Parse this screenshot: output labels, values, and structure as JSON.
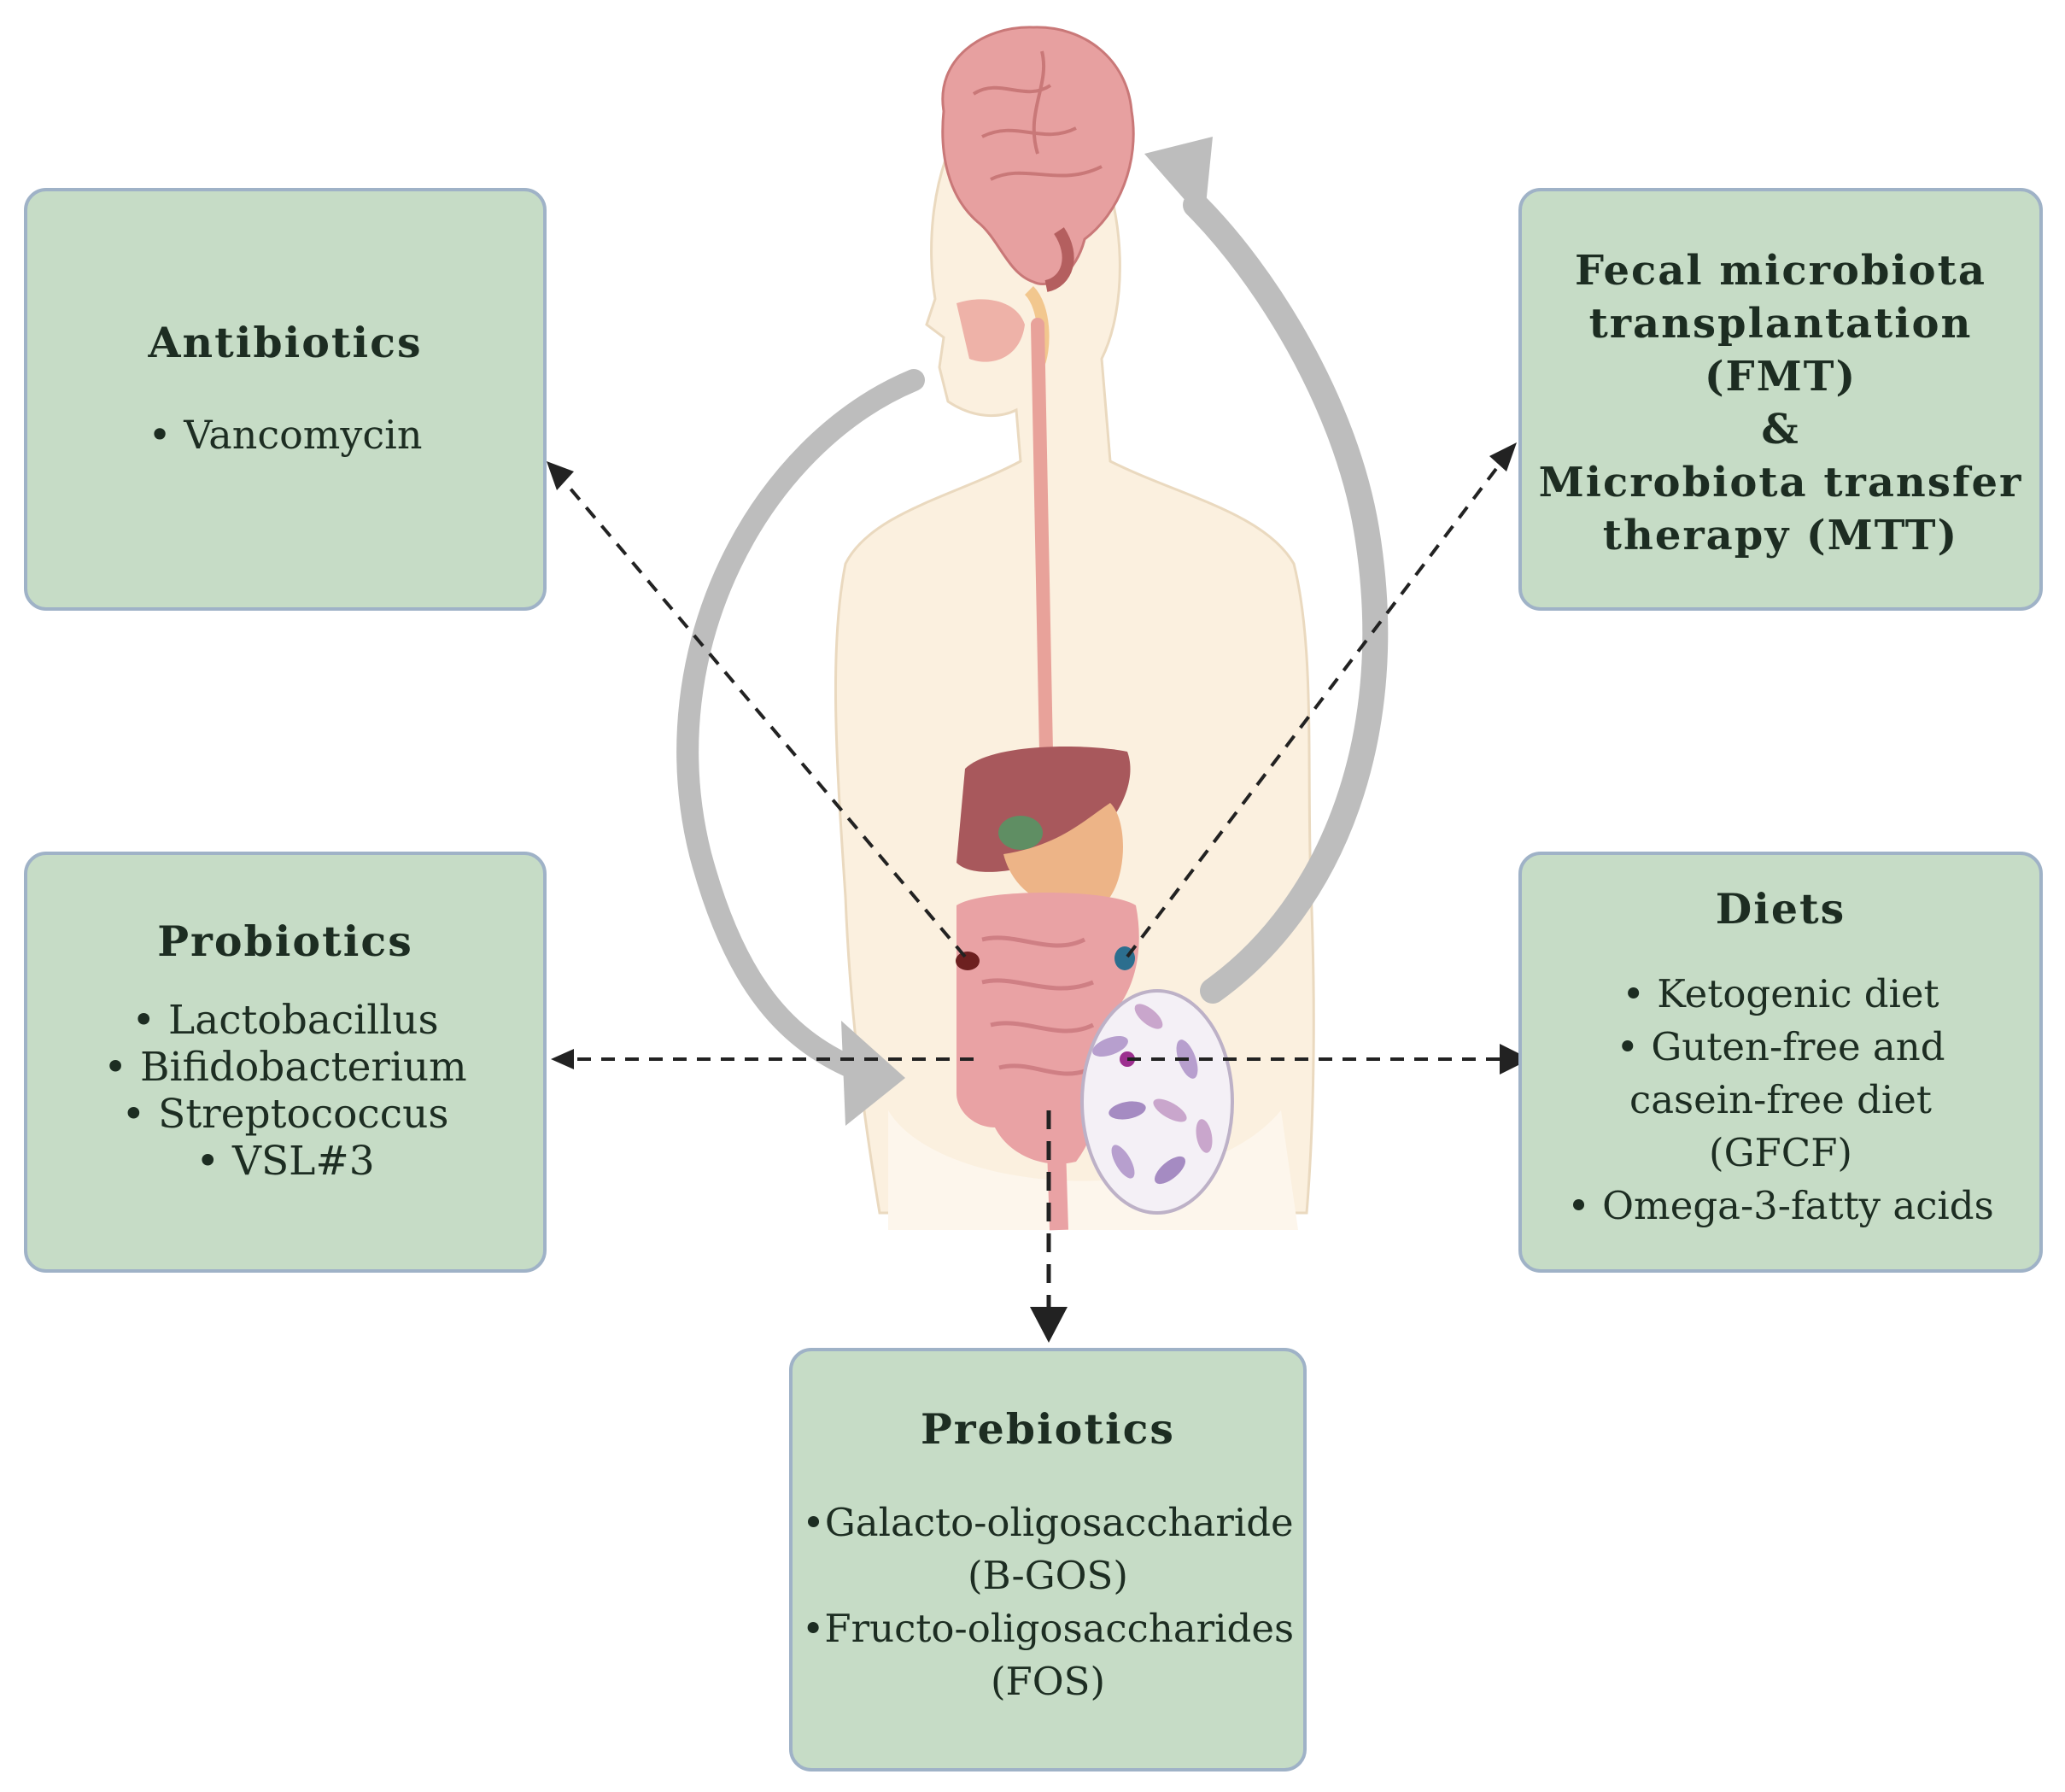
{
  "figure": {
    "illustration_icon": "human-gut-brain-axis",
    "colors": {
      "box_fill": "#c6dcc6",
      "box_border": "#9fb2c7",
      "arrow_gray": "#b7b7b7",
      "dashed_arrow": "#222222",
      "body_skin": "#f8ead6",
      "brain": "#e59a9a",
      "intestine": "#e7a0a3",
      "liver": "#a5585a"
    }
  },
  "boxes": {
    "antibiotics": {
      "title": "Antibiotics",
      "items": [
        "• Vancomycin"
      ]
    },
    "fmt": {
      "title_lines": [
        "Fecal microbiota",
        "transplantation",
        "(FMT)",
        "&",
        "Microbiota transfer",
        "therapy  (MTT)"
      ]
    },
    "probiotics": {
      "title": "Probiotics",
      "items": [
        "• Lactobacillus",
        "• Bifidobacterium",
        "• Streptococcus",
        "• VSL#3"
      ]
    },
    "diets": {
      "title": "Diets",
      "items": [
        "• Ketogenic diet",
        "• Guten-free and",
        "casein-free diet",
        "(GFCF)",
        "• Omega-3-fatty acids"
      ]
    },
    "prebiotics": {
      "title": "Prebiotics",
      "items": [
        "•Galacto-oligosaccharide",
        "(B-GOS)",
        "•Fructo-oligosaccharides",
        "(FOS)"
      ]
    }
  }
}
